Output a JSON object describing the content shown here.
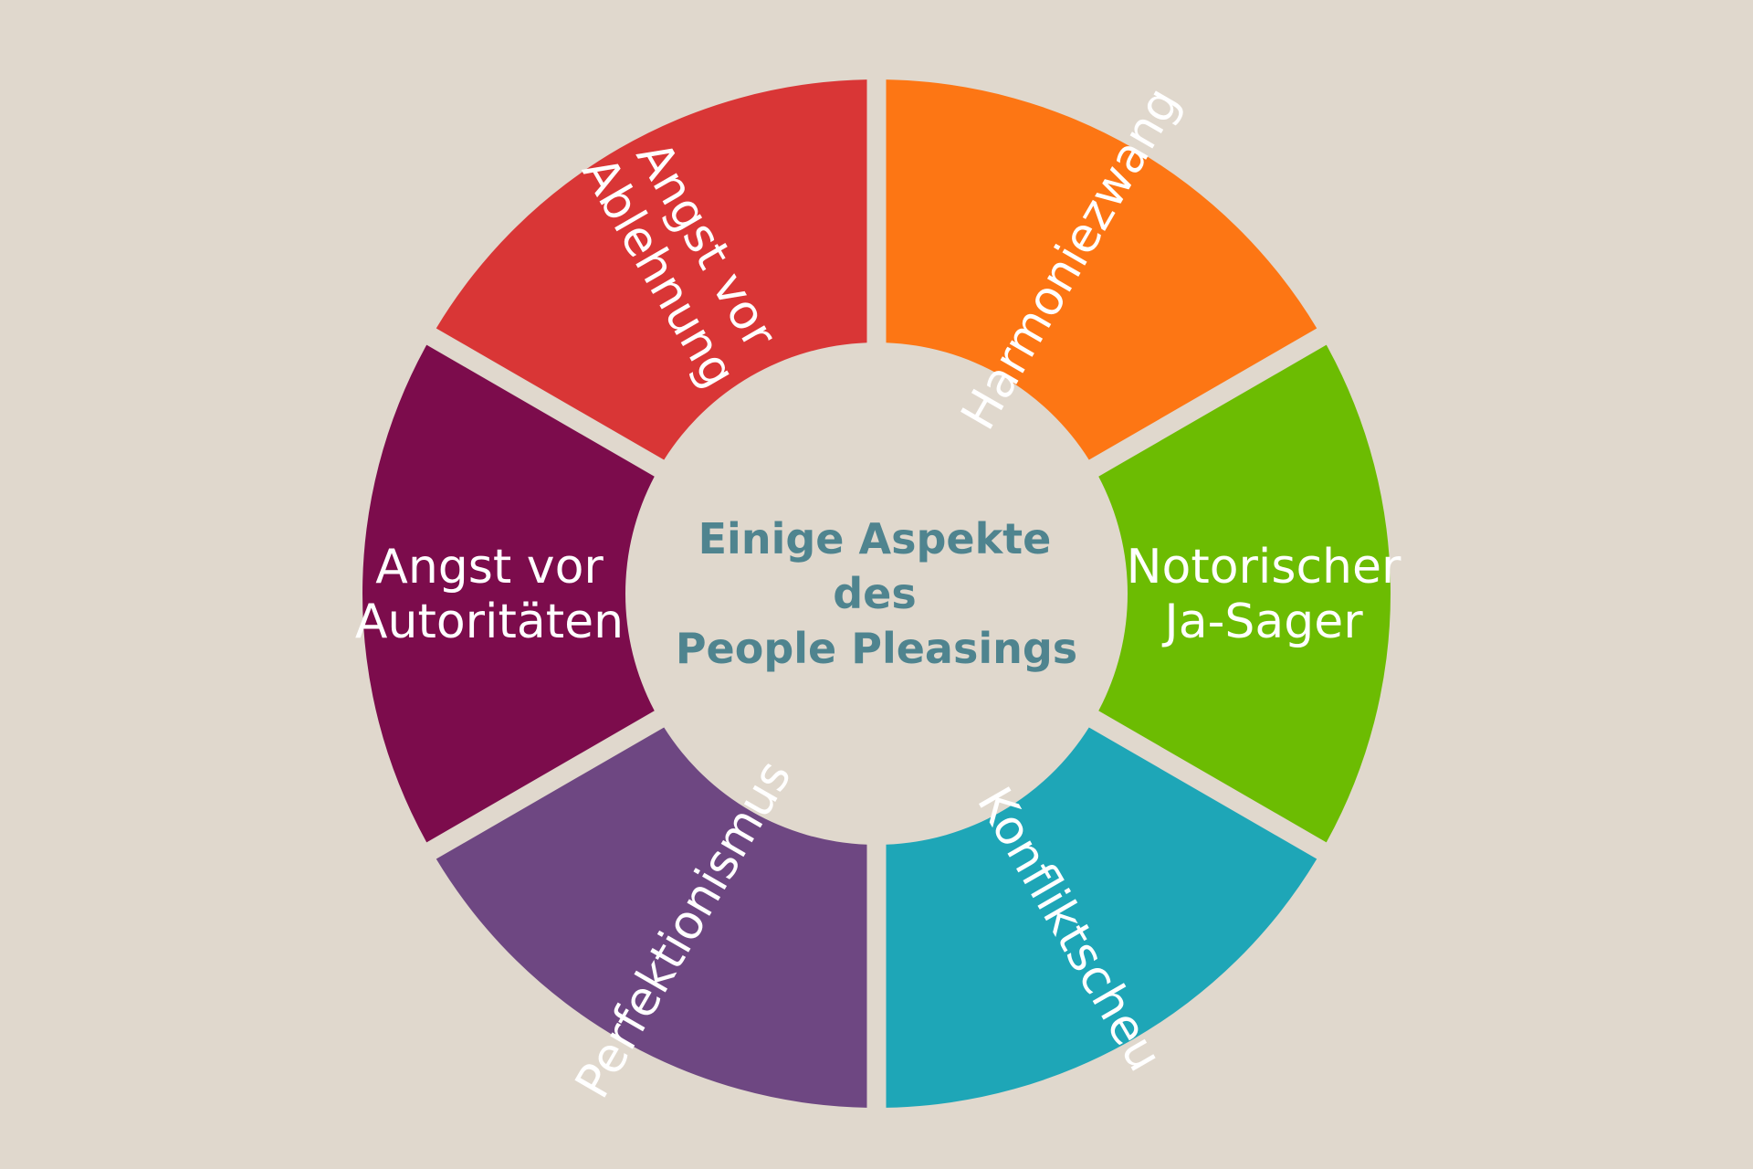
{
  "diagram": {
    "background_color": "#e0d8cd",
    "center": {
      "lines": [
        "Einige Aspekte",
        "des",
        "People Pleasings"
      ],
      "color": "#4f848f"
    },
    "segments": [
      {
        "id": "harmoniezwang",
        "lines": [
          "Harmoniezwang"
        ],
        "color": "#fd7614"
      },
      {
        "id": "notorischer-ja-sager",
        "lines": [
          "Notorischer",
          "Ja-Sager"
        ],
        "color": "#6cbc02"
      },
      {
        "id": "konfliktscheu",
        "lines": [
          "Konfliktscheu"
        ],
        "color": "#1ea6b7"
      },
      {
        "id": "perfektionismus",
        "lines": [
          "Perfektionismus"
        ],
        "color": "#6e4782"
      },
      {
        "id": "angst-vor-autoritaeten",
        "lines": [
          "Angst vor",
          "Autoritäten"
        ],
        "color": "#7c0c4c"
      },
      {
        "id": "angst-vor-ablehnung",
        "lines": [
          "Angst vor",
          "Ablehnung"
        ],
        "color": "#d93636"
      }
    ]
  }
}
